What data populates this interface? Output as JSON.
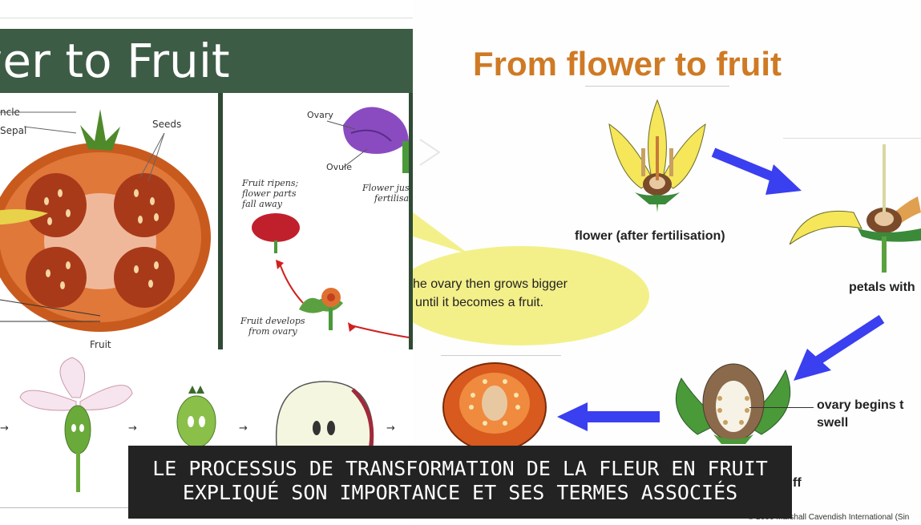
{
  "left": {
    "title": "wer to Fruit",
    "tomato_labels": {
      "peduncle": "ncle",
      "sepal": "Sepal",
      "seeds": "Seeds",
      "fruit": "Fruit"
    },
    "cycle_labels": {
      "ovary": "Ovary",
      "ovule": "Ovule",
      "fruit_ripens": [
        "Fruit ripens;",
        "flower parts",
        "fall away"
      ],
      "flower_just": [
        "Flower jus",
        "fertilisa"
      ],
      "fruit_develops": [
        "Fruit develops",
        "from ovary"
      ]
    },
    "arrow_glyph": "→"
  },
  "right": {
    "title": "From flower to fruit",
    "labels": {
      "flower_after": "flower (after fertilisation)",
      "petals_with": "petals with",
      "ovary_begins_1": "ovary begins t",
      "ovary_begins_2": "swell",
      "partial_ff": "ff",
      "copyright": "© 2006 Marshall Cavendish International (Sin"
    },
    "callout": {
      "line1": "he ovary then grows bigger",
      "line2": "until it becomes a fruit."
    },
    "colors": {
      "title": "#cf7a24",
      "arrow": "#3a3ff0",
      "callout": "#f3f08a"
    }
  },
  "caption": {
    "line1": "Le processus de transformation de la fleur en fruit",
    "line2": "expliqué son importance et ses termes associés"
  }
}
